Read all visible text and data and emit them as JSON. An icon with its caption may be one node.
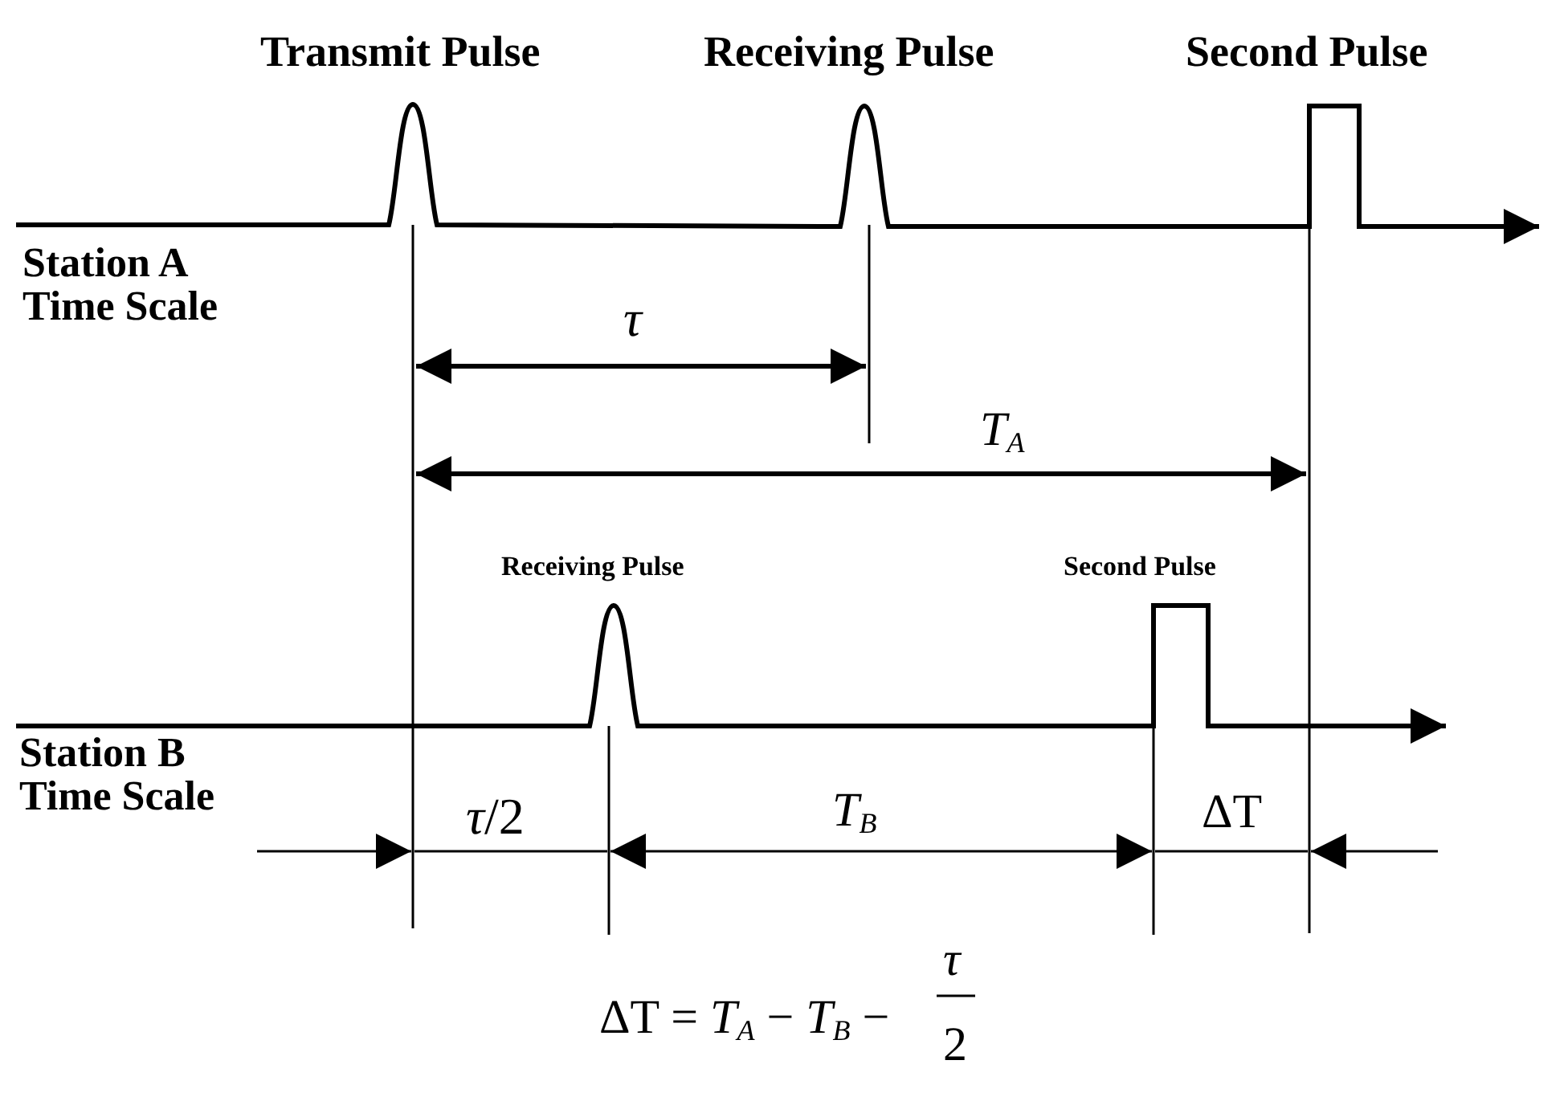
{
  "diagram": {
    "labels": [
      "Transmit Pulse",
      "Receiving Pulse",
      "Second Pulse",
      "Station A Time Scale",
      "*τ*",
      "*T*$_{A}$",
      "Receiving Pulse",
      "Second Pulse",
      "Station B Time Scale",
      "*τ*/2",
      "*T*$_{B}$",
      "ΔT",
      "ΔT = *T*$_{A}$ − *T*$_{B}$ −",
      "*τ*",
      "2"
    ]
  }
}
